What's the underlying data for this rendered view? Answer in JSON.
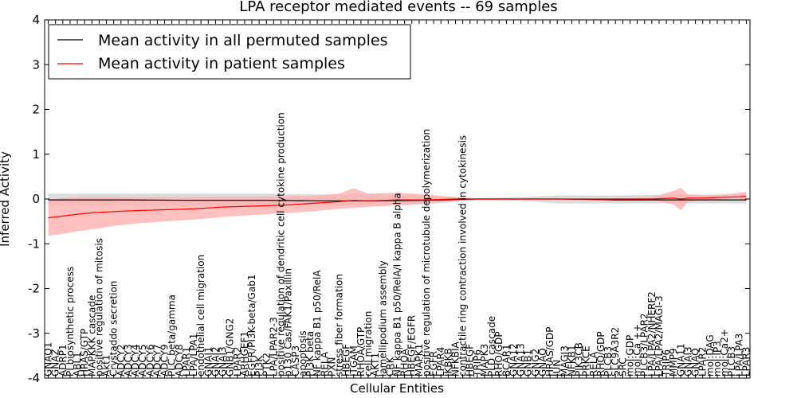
{
  "chart_data": {
    "type": "line",
    "title": "LPA receptor mediated events -- 69 samples",
    "xlabel": "Cellular Entities",
    "ylabel": "Inferred Activity",
    "ylim": [
      -4,
      4
    ],
    "yticks": [
      -4,
      -3,
      -2,
      -1,
      0,
      1,
      2,
      3,
      4
    ],
    "grid": false,
    "legend_position": "top-left",
    "categories": [
      "GNAO1",
      "GNAZ",
      "ADRP1",
      "PI biosynthetic process",
      "ABL1",
      "HRAS/GTP",
      "MAPKKK cascade",
      "positive regulation of mitosis",
      "Akt1",
      "Crystaddo secretion",
      "ADCY2",
      "ADCY3",
      "ADCY4",
      "ADCY5",
      "ADCY6",
      "ADCY7",
      "ADCY9",
      "PLC beta/gamma",
      "ADCY8",
      "LPAR1",
      "LPA/LPA1",
      "endothelial cell migration",
      "GNAI1",
      "GNAI2",
      "GNAI3",
      "GNB1/GNG2",
      "LPAR2",
      "ARHGEF1",
      "EGFR/PI3K-beta/Gab1",
      "PI3K",
      "PTK2",
      "LPA/LPAR2-3",
      "positive regulation of dendritic cell cytokine production",
      "p130 Cas/FAK1/Paxillin",
      "CASP3",
      "apoptosis",
      "PI3K beta",
      "NF kappa B1 p50/RelA",
      "RELA",
      "PXN",
      "stress fiber formation",
      "HBEGF",
      "ITGAM",
      "RHOA/GTP",
      "cell migration",
      "AKT1",
      "lamellipodium assembly",
      "CRK",
      "NF kappa B1 p50/RelA/I kappa B alpha",
      "RHOA",
      "HBEGF/EGFR",
      "MAPK1",
      "positive regulation of microtubule depolymerization",
      "EGFR",
      "LPAR4",
      "IKBKB",
      "NFKBIA",
      "contractile ring contraction involved in cytokinesis",
      "HBEGF",
      "TRIP6",
      "MAPK3",
      "PLD cascade",
      "RHO/GDP",
      "BCAR1",
      "GNA12",
      "GNA13",
      "GNB1",
      "GNG2",
      "GNAQ",
      "HRAS/GDP",
      "JUN",
      "MAGI3",
      "NFKB1",
      "PIK3CB",
      "PRKCE",
      "RELA",
      "RHO/GDP",
      "PLCB3",
      "SLC9A3R2",
      "SRC",
      "mol:GDP",
      "mol:Ca ++",
      "PLCB3/LPAR2",
      "LPA/LPA2/NHERF2",
      "LPA/LPA2/MAGI-3",
      "TRIP6",
      "MMP9",
      "GNA11",
      "GNAI3",
      "GNAQ",
      "LPAR2",
      "mol:DAG",
      "mol:IP3",
      "mol:Ca2+",
      "PLCB3",
      "LPA/LPA3",
      "LPAR3"
    ],
    "series": [
      {
        "name": "Mean activity in all permuted samples",
        "color": "#000000",
        "band_color": "#d0d0d0",
        "points": [
          {
            "x": 0,
            "y": -0.02,
            "lo": -0.15,
            "hi": 0.12
          },
          {
            "x": 10,
            "y": -0.02,
            "lo": -0.15,
            "hi": 0.12
          },
          {
            "x": 20,
            "y": -0.03,
            "lo": -0.15,
            "hi": 0.12
          },
          {
            "x": 30,
            "y": -0.03,
            "lo": -0.15,
            "hi": 0.12
          },
          {
            "x": 38,
            "y": -0.04,
            "lo": -0.15,
            "hi": 0.1
          },
          {
            "x": 45,
            "y": -0.04,
            "lo": -0.15,
            "hi": 0.1
          },
          {
            "x": 52,
            "y": -0.03,
            "lo": -0.12,
            "hi": 0.08
          },
          {
            "x": 59,
            "y": 0.0,
            "lo": -0.02,
            "hi": 0.02
          },
          {
            "x": 66,
            "y": 0.0,
            "lo": -0.05,
            "hi": 0.05
          },
          {
            "x": 70,
            "y": 0.0,
            "lo": -0.1,
            "hi": 0.08
          },
          {
            "x": 78,
            "y": -0.02,
            "lo": -0.1,
            "hi": 0.08
          },
          {
            "x": 88,
            "y": -0.02,
            "lo": -0.1,
            "hi": 0.1
          },
          {
            "x": 96,
            "y": -0.02,
            "lo": -0.1,
            "hi": 0.1
          }
        ]
      },
      {
        "name": "Mean activity in patient samples",
        "color": "#ff0000",
        "band_color": "#ffb0b0",
        "points": [
          {
            "x": 0,
            "y": -0.42,
            "lo": -0.82,
            "hi": -0.02
          },
          {
            "x": 2,
            "y": -0.38,
            "lo": -0.78,
            "hi": 0.02
          },
          {
            "x": 4,
            "y": -0.34,
            "lo": -0.72,
            "hi": 0.04
          },
          {
            "x": 6,
            "y": -0.31,
            "lo": -0.68,
            "hi": 0.04
          },
          {
            "x": 9,
            "y": -0.28,
            "lo": -0.6,
            "hi": 0.04
          },
          {
            "x": 12,
            "y": -0.26,
            "lo": -0.55,
            "hi": 0.04
          },
          {
            "x": 16,
            "y": -0.24,
            "lo": -0.5,
            "hi": 0.04
          },
          {
            "x": 20,
            "y": -0.22,
            "lo": -0.46,
            "hi": 0.04
          },
          {
            "x": 24,
            "y": -0.18,
            "lo": -0.4,
            "hi": 0.05
          },
          {
            "x": 28,
            "y": -0.16,
            "lo": -0.36,
            "hi": 0.05
          },
          {
            "x": 32,
            "y": -0.14,
            "lo": -0.32,
            "hi": 0.06
          },
          {
            "x": 36,
            "y": -0.1,
            "lo": -0.28,
            "hi": 0.07
          },
          {
            "x": 40,
            "y": -0.06,
            "lo": -0.22,
            "hi": 0.12
          },
          {
            "x": 42,
            "y": -0.03,
            "lo": -0.2,
            "hi": 0.24
          },
          {
            "x": 44,
            "y": -0.04,
            "lo": -0.18,
            "hi": 0.12
          },
          {
            "x": 48,
            "y": -0.02,
            "lo": -0.14,
            "hi": 0.14
          },
          {
            "x": 52,
            "y": -0.02,
            "lo": -0.1,
            "hi": 0.1
          },
          {
            "x": 56,
            "y": 0.0,
            "lo": -0.04,
            "hi": 0.04
          },
          {
            "x": 59,
            "y": 0.0,
            "lo": -0.02,
            "hi": 0.02
          },
          {
            "x": 66,
            "y": 0.0,
            "lo": -0.01,
            "hi": 0.01
          },
          {
            "x": 76,
            "y": 0.0,
            "lo": -0.01,
            "hi": 0.01
          },
          {
            "x": 83,
            "y": 0.0,
            "lo": -0.02,
            "hi": 0.04
          },
          {
            "x": 86,
            "y": 0.02,
            "lo": -0.12,
            "hi": 0.18
          },
          {
            "x": 87,
            "y": 0.0,
            "lo": -0.25,
            "hi": 0.25
          },
          {
            "x": 88,
            "y": 0.02,
            "lo": -0.06,
            "hi": 0.1
          },
          {
            "x": 90,
            "y": 0.02,
            "lo": -0.02,
            "hi": 0.08
          },
          {
            "x": 93,
            "y": 0.04,
            "lo": 0.0,
            "hi": 0.1
          },
          {
            "x": 95,
            "y": 0.05,
            "lo": 0.0,
            "hi": 0.14
          },
          {
            "x": 96,
            "y": 0.06,
            "lo": -0.04,
            "hi": 0.16
          }
        ]
      }
    ]
  }
}
